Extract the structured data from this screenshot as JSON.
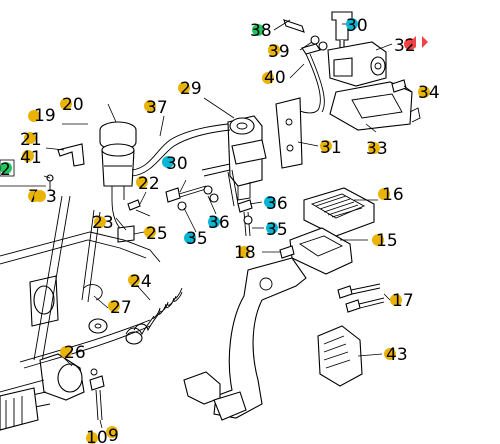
{
  "diagram": {
    "type": "exploded-parts-view",
    "callouts": [
      {
        "id": "c38",
        "number": "38",
        "dot": "#22c55e"
      },
      {
        "id": "c30a",
        "number": "30",
        "dot": "#06b6d4"
      },
      {
        "id": "c39",
        "number": "39",
        "dot": "#eab308"
      },
      {
        "id": "c32",
        "number": "32",
        "dot": "#ef4444"
      },
      {
        "id": "c40",
        "number": "40",
        "dot": "#eab308"
      },
      {
        "id": "c34",
        "number": "34",
        "dot": "#eab308"
      },
      {
        "id": "c20",
        "number": "20",
        "dot": "#eab308"
      },
      {
        "id": "c19",
        "number": "19",
        "dot": "#eab308"
      },
      {
        "id": "c37",
        "number": "37",
        "dot": "#eab308"
      },
      {
        "id": "c29",
        "number": "29",
        "dot": "#eab308"
      },
      {
        "id": "c31",
        "number": "31",
        "dot": "#eab308"
      },
      {
        "id": "c33",
        "number": "33",
        "dot": "#eab308"
      },
      {
        "id": "c21",
        "number": "21",
        "dot": "#eab308"
      },
      {
        "id": "c41",
        "number": "41",
        "dot": "#eab308"
      },
      {
        "id": "c2",
        "number": "2",
        "dot": "#22c55e"
      },
      {
        "id": "c7",
        "number": "7",
        "dot": "#eab308"
      },
      {
        "id": "c3",
        "number": "3",
        "dot": "#eab308"
      },
      {
        "id": "c30b",
        "number": "30",
        "dot": "#06b6d4"
      },
      {
        "id": "c22",
        "number": "22",
        "dot": "#eab308"
      },
      {
        "id": "c36a",
        "number": "36",
        "dot": "#06b6d4"
      },
      {
        "id": "c16",
        "number": "16",
        "dot": "#eab308"
      },
      {
        "id": "c23",
        "number": "23",
        "dot": "#eab308"
      },
      {
        "id": "c25",
        "number": "25",
        "dot": "#eab308"
      },
      {
        "id": "c36b",
        "number": "36",
        "dot": "#06b6d4"
      },
      {
        "id": "c35a",
        "number": "35",
        "dot": "#06b6d4"
      },
      {
        "id": "c35b",
        "number": "35",
        "dot": "#06b6d4"
      },
      {
        "id": "c15",
        "number": "15",
        "dot": "#eab308"
      },
      {
        "id": "c18",
        "number": "18",
        "dot": "#eab308"
      },
      {
        "id": "c24",
        "number": "24",
        "dot": "#eab308"
      },
      {
        "id": "c17",
        "number": "17",
        "dot": "#eab308"
      },
      {
        "id": "c27",
        "number": "27",
        "dot": "#eab308"
      },
      {
        "id": "c43",
        "number": "43",
        "dot": "#eab308"
      },
      {
        "id": "c26",
        "number": "26",
        "dot": "#eab308"
      },
      {
        "id": "c10",
        "number": "10",
        "dot": "#eab308"
      },
      {
        "id": "c9",
        "number": "9",
        "dot": "#eab308"
      }
    ]
  }
}
